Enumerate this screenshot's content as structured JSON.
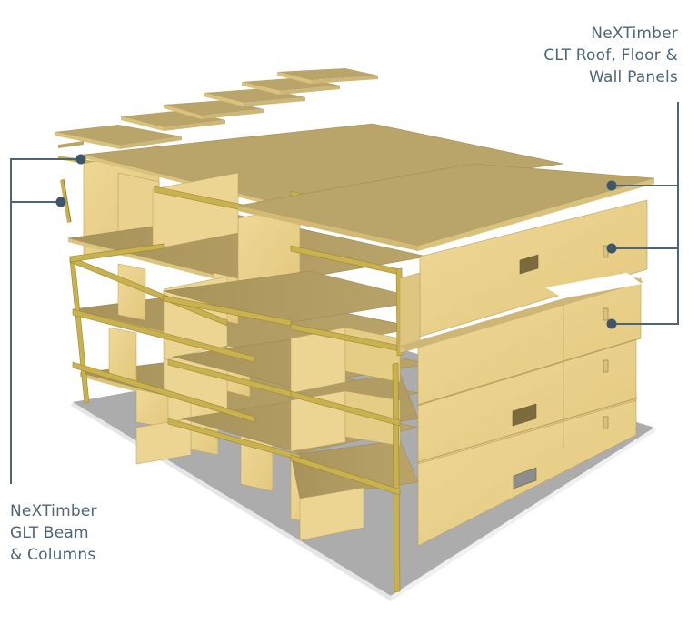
{
  "diagram": {
    "title": "Exploded timber building structure",
    "labels": {
      "clt": {
        "line1": "NeXTimber",
        "line2": "CLT Roof, Floor &",
        "line3": "Wall Panels"
      },
      "glt": {
        "line1": "NeXTimber",
        "line2": "GLT Beam",
        "line3": "& Columns"
      }
    },
    "callouts": {
      "clt_points": [
        "roof-panel",
        "upper-wall-panel",
        "lower-wall-panel"
      ],
      "glt_points": [
        "beam",
        "column"
      ]
    },
    "floating_roof_panels": 6,
    "storeys": 4,
    "colors": {
      "leader_line": "#4d6577",
      "callout_dot": "#3e566a",
      "panel_face": "#e8d08a",
      "panel_top": "#b9a46a",
      "panel_edge": "#cdb676",
      "glulam": "#c9b24e",
      "ground_slab": "#acacac",
      "slab_edge": "#e6e6e6",
      "text": "#4d6577"
    }
  }
}
